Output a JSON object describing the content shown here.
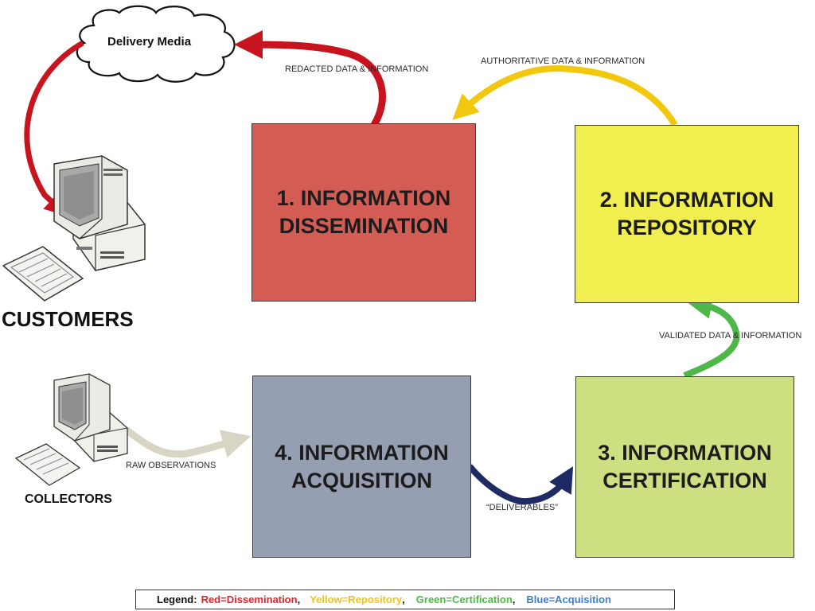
{
  "cloud": {
    "label": "Delivery Media"
  },
  "actors": {
    "customers": "CUSTOMERS",
    "collectors": "COLLECTORS"
  },
  "boxes": {
    "dissemination": {
      "line1": "1. INFORMATION",
      "line2": "DISSEMINATION",
      "color": "#d35c55"
    },
    "repository": {
      "line1": "2. INFORMATION",
      "line2": "REPOSITORY",
      "color": "#f1ef4f"
    },
    "certification": {
      "line1": "3. INFORMATION",
      "line2": "CERTIFICATION",
      "color": "#cce082"
    },
    "acquisition": {
      "line1": "4. INFORMATION",
      "line2": "ACQUISITION",
      "color": "#969eb1"
    }
  },
  "flows": {
    "redacted": {
      "label": "REDACTED DATA & INFORMATION",
      "color": "#c8141e"
    },
    "authoritative": {
      "label": "AUTHORITATIVE  DATA & INFORMATION",
      "color": "#f2c80f"
    },
    "validated": {
      "label": "VALIDATED DATA & INFORMATION",
      "color": "#4db847"
    },
    "deliverables": {
      "label": "“DELIVERABLES”",
      "color": "#1d2a63"
    },
    "raw": {
      "label": "RAW OBSERVATIONS",
      "color": "#d9d5c4"
    },
    "to_customers": {
      "color": "#c8141e"
    }
  },
  "legend": {
    "title": "Legend:",
    "items": [
      {
        "text": "Red=Dissemination",
        "color": "#e0262d"
      },
      {
        "text": "Yellow=Repository",
        "color": "#f0c21c"
      },
      {
        "text": "Green=Certification",
        "color": "#4fb848"
      },
      {
        "text": "Blue=Acquisition",
        "color": "#3f7fc4"
      }
    ],
    "separator": ","
  }
}
